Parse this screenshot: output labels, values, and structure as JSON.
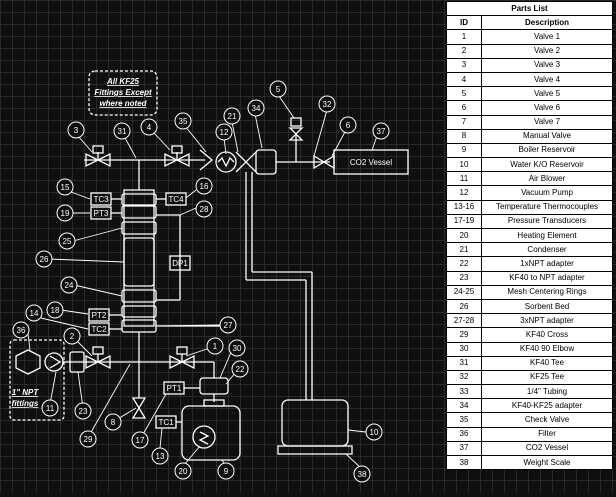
{
  "note": {
    "line1": "All KF25",
    "line2": "Fittings Except",
    "line3": "where noted"
  },
  "npt_note": {
    "line1": "1\" NPT",
    "line2": "fittings"
  },
  "labels": {
    "co2_vessel": "CO2 Vessel",
    "tc1": "TC1",
    "tc2": "TC2",
    "tc3": "TC3",
    "tc4": "TC4",
    "pt1": "PT1",
    "pt2": "PT2",
    "pt3": "PT3",
    "dp1": "DP1"
  },
  "callouts": [
    {
      "id": "c1",
      "text": "1"
    },
    {
      "id": "c2",
      "text": "2"
    },
    {
      "id": "c3",
      "text": "3"
    },
    {
      "id": "c4",
      "text": "4"
    },
    {
      "id": "c5",
      "text": "5"
    },
    {
      "id": "c6",
      "text": "6"
    },
    {
      "id": "c8",
      "text": "8"
    },
    {
      "id": "c9",
      "text": "9"
    },
    {
      "id": "c10",
      "text": "10"
    },
    {
      "id": "c11",
      "text": "11"
    },
    {
      "id": "c12",
      "text": "12"
    },
    {
      "id": "c13",
      "text": "13"
    },
    {
      "id": "c14",
      "text": "14"
    },
    {
      "id": "c15",
      "text": "15"
    },
    {
      "id": "c16",
      "text": "16"
    },
    {
      "id": "c17",
      "text": "17"
    },
    {
      "id": "c18",
      "text": "18"
    },
    {
      "id": "c19",
      "text": "19"
    },
    {
      "id": "c20",
      "text": "20"
    },
    {
      "id": "c21",
      "text": "21"
    },
    {
      "id": "c22",
      "text": "22"
    },
    {
      "id": "c23",
      "text": "23"
    },
    {
      "id": "c24",
      "text": "24"
    },
    {
      "id": "c25",
      "text": "25"
    },
    {
      "id": "c26",
      "text": "26"
    },
    {
      "id": "c27",
      "text": "27"
    },
    {
      "id": "c28",
      "text": "28"
    },
    {
      "id": "c29",
      "text": "29"
    },
    {
      "id": "c30",
      "text": "30"
    },
    {
      "id": "c31",
      "text": "31"
    },
    {
      "id": "c32",
      "text": "32"
    },
    {
      "id": "c34",
      "text": "34"
    },
    {
      "id": "c35",
      "text": "35"
    },
    {
      "id": "c36",
      "text": "36"
    },
    {
      "id": "c37",
      "text": "37"
    },
    {
      "id": "c38",
      "text": "38"
    }
  ],
  "parts_list": {
    "title": "Parts List",
    "col_id": "ID",
    "col_desc": "Description",
    "rows": [
      {
        "id": "1",
        "desc": "Valve 1"
      },
      {
        "id": "2",
        "desc": "Valve 2"
      },
      {
        "id": "3",
        "desc": "Valve 3"
      },
      {
        "id": "4",
        "desc": "Valve 4"
      },
      {
        "id": "5",
        "desc": "Valve 5"
      },
      {
        "id": "6",
        "desc": "Valve 6"
      },
      {
        "id": "7",
        "desc": "Valve 7"
      },
      {
        "id": "8",
        "desc": "Manual Valve"
      },
      {
        "id": "9",
        "desc": "Boiler Reservoir"
      },
      {
        "id": "10",
        "desc": "Water K/O Reservoir"
      },
      {
        "id": "11",
        "desc": "Air Blower"
      },
      {
        "id": "12",
        "desc": "Vacuum Pump"
      },
      {
        "id": "13-16",
        "desc": "Temperature Thermocouples"
      },
      {
        "id": "17-19",
        "desc": "Pressure Transducers"
      },
      {
        "id": "20",
        "desc": "Heating Element"
      },
      {
        "id": "21",
        "desc": "Condenser"
      },
      {
        "id": "22",
        "desc": "1xNPT adapter"
      },
      {
        "id": "23",
        "desc": "KF40 to NPT adapter"
      },
      {
        "id": "24-25",
        "desc": "Mesh Centering Rings"
      },
      {
        "id": "26",
        "desc": "Sorbent Bed"
      },
      {
        "id": "27-28",
        "desc": "3xNPT adapter"
      },
      {
        "id": "29",
        "desc": "KF40 Cross"
      },
      {
        "id": "30",
        "desc": "KF40 90 Elbow"
      },
      {
        "id": "31",
        "desc": "KF40 Tee"
      },
      {
        "id": "32",
        "desc": "KF25 Tee"
      },
      {
        "id": "33",
        "desc": "1/4\" Tubing"
      },
      {
        "id": "34",
        "desc": "KF40-KF25 adapter"
      },
      {
        "id": "35",
        "desc": "Check Valve"
      },
      {
        "id": "36",
        "desc": "Filter"
      },
      {
        "id": "37",
        "desc": "CO2 Vessel"
      },
      {
        "id": "38",
        "desc": "Weight Scale"
      }
    ]
  }
}
